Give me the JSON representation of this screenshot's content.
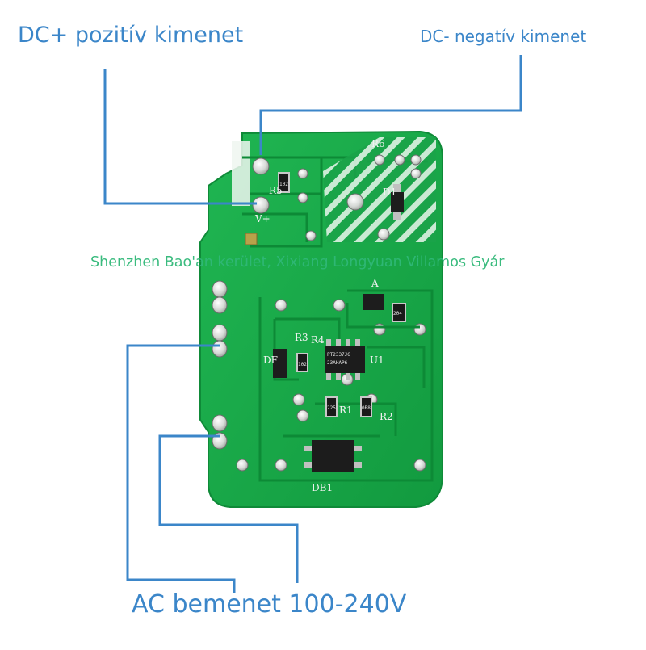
{
  "labels": {
    "dc_positive": "DC+ pozitív kimenet",
    "dc_negative": "DC- negatív kimenet",
    "ac_input": "AC bemenet 100-240V"
  },
  "watermark": "Shenzhen Bao'an kerület, Xixiang Longyuan Villamos Gyár",
  "board": {
    "silkscreen": {
      "r6": "R6",
      "r5": "R5",
      "d1": "D1",
      "v_plus": "V+",
      "r3": "R3",
      "r4": "R4",
      "df": "DF",
      "u1": "U1",
      "r1": "R1",
      "r2": "R2",
      "db1": "DB1",
      "a_label": "A"
    },
    "chip_codes": {
      "r5_code": "102",
      "zener_code": "204",
      "ic_code": "PT2337JG",
      "ic_code2": "23AHAP6",
      "r3_code": "102",
      "r1_code": "225",
      "r2_code": "0R8"
    }
  },
  "colors": {
    "board_green": "#18a84a",
    "callout_blue": "#3b86c9",
    "watermark_green": "#30b878"
  }
}
